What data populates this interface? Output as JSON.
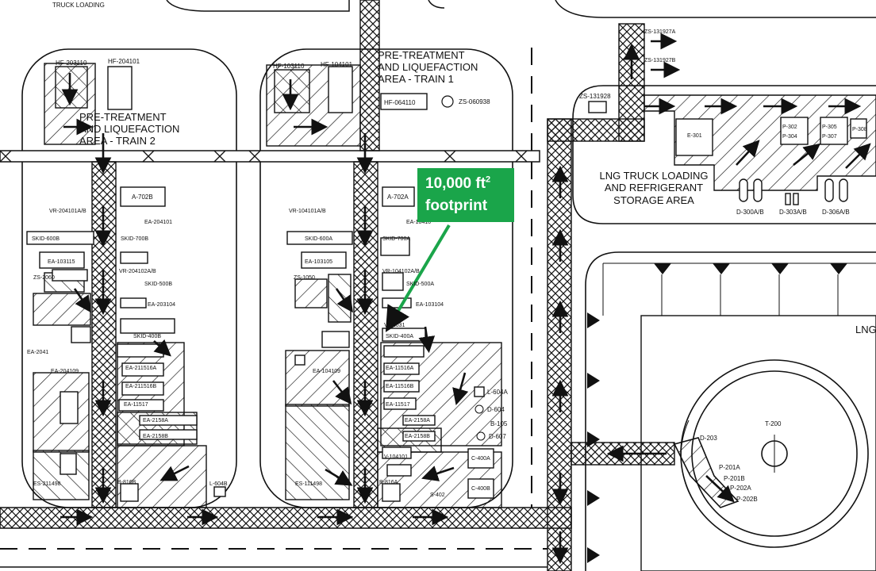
{
  "areas": {
    "truck_loading_top": "TRUCK LOADING",
    "train1": [
      "PRE-TREATMENT",
      "AND LIQUEFACTION",
      "AREA - TRAIN 1"
    ],
    "train2": [
      "PRE-TREATMENT",
      "AND LIQUEFACTION",
      "AREA - TRAIN 2"
    ],
    "lng_truck": [
      "LNG TRUCK LOADING",
      "AND REFRIGERANT",
      "STORAGE AREA"
    ],
    "lng_right": "LNG"
  },
  "callout": {
    "line1": "10,000 ft",
    "sup": "2",
    "line2": "footprint",
    "color": "#1aa54a"
  },
  "labels": {
    "t1": {
      "hf1": "HF-103110",
      "hf2": "HF-104101",
      "hf3": "HF-064110",
      "zs": "ZS-060938",
      "a": "A-702A",
      "vr": "VR-104101A/B",
      "ea1": "EA-10410",
      "skid": "SKID-600A",
      "skid2": "SKID-700A",
      "ea3": "EA-103105",
      "vr2": "VR-104102A/B",
      "skid3": "SKID-500A",
      "ea5": "EA-103104",
      "zs2": "ZS-1050",
      "skid4": "SKID-400A",
      "ea6": "EA-11516A",
      "ea7": "EA-11516B",
      "ea8": "EA-11517",
      "ea9": "EA-2158A",
      "ea10": "EA-2158B",
      "l": "L-604A",
      "d1": "D-604",
      "b": "B-105",
      "d2": "D-607",
      "c1": "C-400A",
      "c2": "C-400B",
      "s": "S-402",
      "b2": "B-816A",
      "e": "ES-111498",
      "ea11": "EA-104109",
      "v": "V-104101",
      "y": "VT-1031"
    },
    "t2": {
      "hf1": "HF-203110",
      "hf2": "HF-204101",
      "a": "A-702B",
      "vr": "VR-204101A/B",
      "ea1": "EA-204101",
      "skid": "SKID-600B",
      "skid2": "SKID-700B",
      "ea3": "EA-103115",
      "vr2": "VR-204102A/B",
      "skid3": "SKID-500B",
      "ea5": "EA-203104",
      "zs2": "ZS-2060",
      "skid4": "SKID-400B",
      "ea6": "EA-211516A",
      "ea7": "EA-211516B",
      "ea8": "EA-11517",
      "ea9": "EA-2158A",
      "ea10": "EA-2158B",
      "l": "L-604B",
      "b2": "B-816B",
      "e": "ES-211498",
      "ea11": "EA-204109",
      "ea12": "EA-2041"
    },
    "right": {
      "zs1": "ZS-131928",
      "zs2": "ZS-131927A",
      "zs3": "ZS-131927B",
      "e": "E-301",
      "p1": "P-302",
      "p2": "P-304",
      "p3": "P-305",
      "p4": "P-307",
      "p5": "P-308",
      "d1": "D-300A/B",
      "d2": "D-303A/B",
      "d3": "D-306A/B",
      "t": "T-200",
      "d4": "D-203",
      "p6": "P-201A",
      "p7": "P-201B",
      "p8": "P-202A",
      "p9": "P-202B"
    }
  }
}
